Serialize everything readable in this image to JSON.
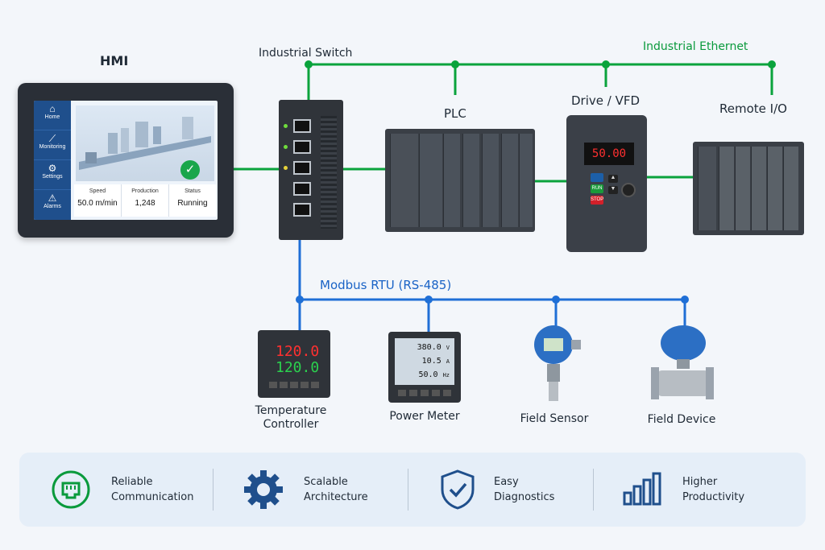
{
  "network": {
    "ethernet_label": "Industrial Ethernet",
    "modbus_label": "Modbus RTU (RS-485)"
  },
  "devices": {
    "hmi": {
      "label": "HMI",
      "nav": [
        "Home",
        "Monitoring",
        "Settings",
        "Alarms"
      ],
      "stats": [
        {
          "key": "Speed",
          "value": "50.0 m/min"
        },
        {
          "key": "Production",
          "value": "1,248"
        },
        {
          "key": "Status",
          "value": "Running"
        }
      ]
    },
    "switch": {
      "label": "Industrial Switch"
    },
    "plc": {
      "label": "PLC"
    },
    "vfd": {
      "label": "Drive / VFD",
      "display": "50.00",
      "buttons": [
        "RUN",
        "STOP"
      ]
    },
    "remote_io": {
      "label": "Remote I/O"
    },
    "temp_controller": {
      "label_line1": "Temperature",
      "label_line2": "Controller",
      "pv": "120.0",
      "sv": "120.0"
    },
    "power_meter": {
      "label": "Power Meter",
      "v": "380.0",
      "v_unit": "V",
      "a": "10.5",
      "a_unit": "A",
      "hz": "50.0",
      "hz_unit": "Hz"
    },
    "field_sensor": {
      "label": "Field Sensor"
    },
    "field_device": {
      "label": "Field Device"
    }
  },
  "benefits": [
    {
      "line1": "Reliable",
      "line2": "Communication",
      "icon": "ethernet-port-icon"
    },
    {
      "line1": "Scalable",
      "line2": "Architecture",
      "icon": "gear-icon"
    },
    {
      "line1": "Easy",
      "line2": "Diagnostics",
      "icon": "shield-check-icon"
    },
    {
      "line1": "Higher",
      "line2": "Productivity",
      "icon": "bar-chart-icon"
    }
  ],
  "colors": {
    "ethernet": "#0aa33c",
    "modbus": "#1f6fd6",
    "icon_green": "#0a9a3c",
    "icon_blue": "#1f4f8c"
  }
}
